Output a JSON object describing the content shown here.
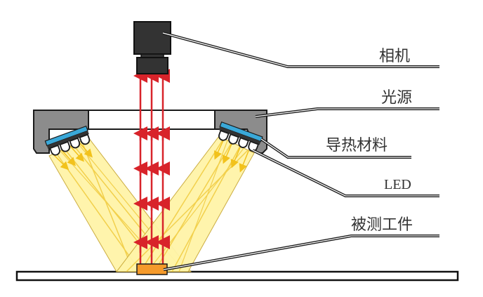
{
  "diagram": {
    "title": "",
    "labels": {
      "camera": "相机",
      "light_source": "光源",
      "thermal_material": "导热材料",
      "led": "LED",
      "workpiece": "被测工件"
    },
    "colors": {
      "camera_body": "#333333",
      "housing": "#8c8c8c",
      "thermal_pad": "#3aa8d8",
      "light_beam": "#fff2a0",
      "light_ray": "#f2c21c",
      "reflected_ray": "#d8232a",
      "workpiece": "#f59a2a",
      "outline": "#1a1a1a"
    }
  }
}
